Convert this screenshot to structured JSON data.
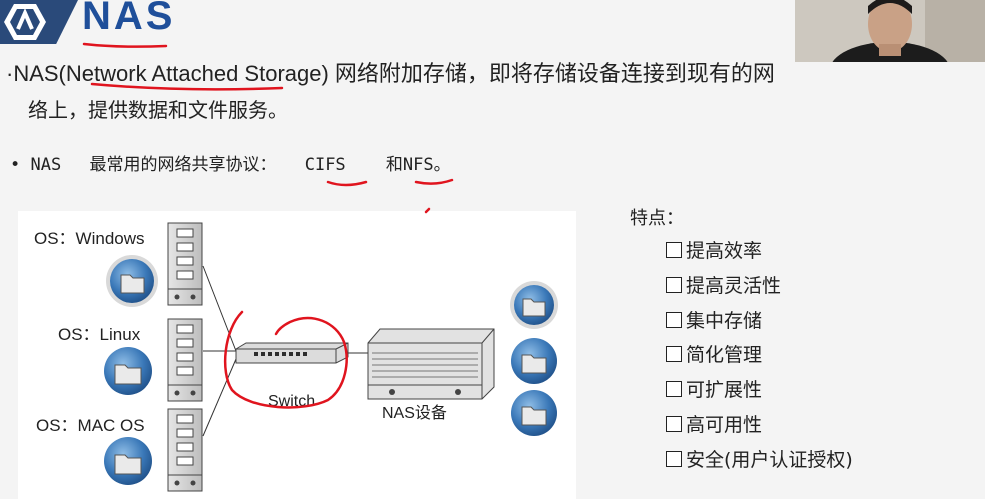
{
  "slide": {
    "title": "NAS",
    "line1": "·NAS(Network  Attached  Storage) 网络附加存储，即将存储设备连接到现有的网",
    "line2": "络上，提供数据和文件服务。",
    "bullet2": {
      "dot": "•",
      "nas": "NAS",
      "text": "最常用的网络共享协议：",
      "cifs": "CIFS",
      "and": "和",
      "nfs": "NFS",
      "period": "。"
    }
  },
  "diagram": {
    "os_windows": "OS：Windows",
    "os_linux": "OS：Linux",
    "os_mac": "OS：MAC OS",
    "switch_label": "Switch",
    "nas_label": "NAS设备"
  },
  "features": {
    "title": "特点：",
    "items": [
      "提高效率",
      "提高灵活性",
      "集中存储",
      "简化管理",
      "可扩展性",
      "高可用性",
      "安全(用户认证授权)"
    ]
  },
  "icons": {
    "folder": "folder-icon",
    "server": "server-icon",
    "switch": "switch-icon",
    "nas": "nas-device-icon",
    "logo": "logo-icon",
    "checkbox": "checkbox-icon"
  },
  "colors": {
    "title": "#1f4f9a",
    "annotation": "#e0141e",
    "logo_band": "#2a4a7a",
    "folder_circle": "#2f6fae"
  }
}
